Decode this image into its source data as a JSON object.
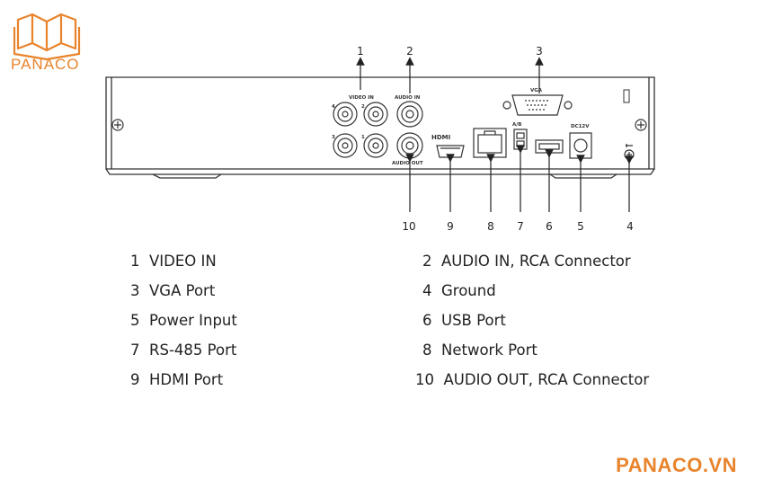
{
  "brand": {
    "logo_text": "PANACO",
    "website": "PANACO.VN",
    "accent_color": "#e8842c"
  },
  "panel": {
    "printed": {
      "video_in": "VIDEO IN",
      "audio_in": "AUDIO IN",
      "audio_out": "AUDIO OUT",
      "vga": "VGA",
      "hdmi": "HDMI",
      "ab": "A/B",
      "dc": "DC12V",
      "ch1": "1",
      "ch2": "2",
      "ch3": "3",
      "ch4": "4"
    }
  },
  "callouts": {
    "top": [
      "1",
      "2",
      "3"
    ],
    "bottom": [
      "10",
      "9",
      "8",
      "7",
      "6",
      "5",
      "4"
    ]
  },
  "legend": [
    {
      "num": "1",
      "text": "VIDEO IN"
    },
    {
      "num": "2",
      "text": "AUDIO IN, RCA Connector"
    },
    {
      "num": "3",
      "text": "VGA Port"
    },
    {
      "num": "4",
      "text": "Ground"
    },
    {
      "num": "5",
      "text": "Power Input"
    },
    {
      "num": "6",
      "text": "USB Port"
    },
    {
      "num": "7",
      "text": "RS-485 Port"
    },
    {
      "num": "8",
      "text": "Network Port"
    },
    {
      "num": "9",
      "text": "HDMI Port"
    },
    {
      "num": "10",
      "text": "AUDIO OUT, RCA Connector"
    }
  ]
}
